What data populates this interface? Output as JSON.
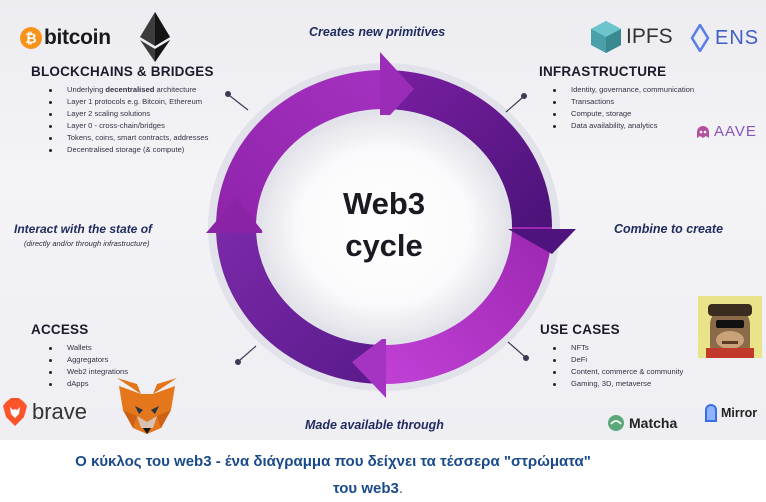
{
  "diagram": {
    "center_title_line1": "Web3",
    "center_title_line2": "cycle",
    "edges": {
      "top": "Creates new primitives",
      "right": "Combine to create",
      "bottom": "Made available through",
      "left": "Interact with the state of",
      "left_sub": "(directly and/or through infrastructure)"
    },
    "sections": {
      "blockchains": {
        "title": "BLOCKCHAINS & BRIDGES",
        "item0_pre": "Underlying ",
        "item0_bold": "decentralised",
        "item0_post": " architecture",
        "items": [
          "Layer 1 protocols e.g. Bitcoin, Ethereum",
          "Layer 2 scaling solutions",
          "Layer 0 - cross-chain/bridges",
          "Tokens, coins, smart contracts, addresses",
          "Decentralised storage (& compute)"
        ]
      },
      "infrastructure": {
        "title": "INFRASTRUCTURE",
        "items": [
          "Identity, governance, communication",
          "Transactions",
          "Compute, storage",
          "Data availability, analytics"
        ]
      },
      "access": {
        "title": "ACCESS",
        "items": [
          "Wallets",
          "Aggregators",
          "Web2 integrations",
          "dApps"
        ]
      },
      "use_cases": {
        "title": "USE CASES",
        "items": [
          "NFTs",
          "DeFi",
          "Content, commerce & community",
          "Gaming, 3D, metaverse"
        ]
      }
    },
    "logos": {
      "bitcoin": "bitcoin",
      "ipfs": "IPFS",
      "ens": "ENS",
      "aave": "AAVE",
      "brave": "brave",
      "matcha": "Matcha",
      "mirror": "Mirror"
    },
    "colors": {
      "ring_dark": "#3d1166",
      "ring_mid": "#6a1b9a",
      "ring_light": "#9c27b0",
      "ring_bright": "#b136c9",
      "label_navy": "#1f2a5e",
      "caption_blue": "#1a4a8a"
    }
  },
  "caption": {
    "line1": "Ο κύκλος του web3 - ένα διάγραμμα που δείχνει τα τέσσερα \"στρώματα\"",
    "line2": "του web3",
    "period": "."
  }
}
